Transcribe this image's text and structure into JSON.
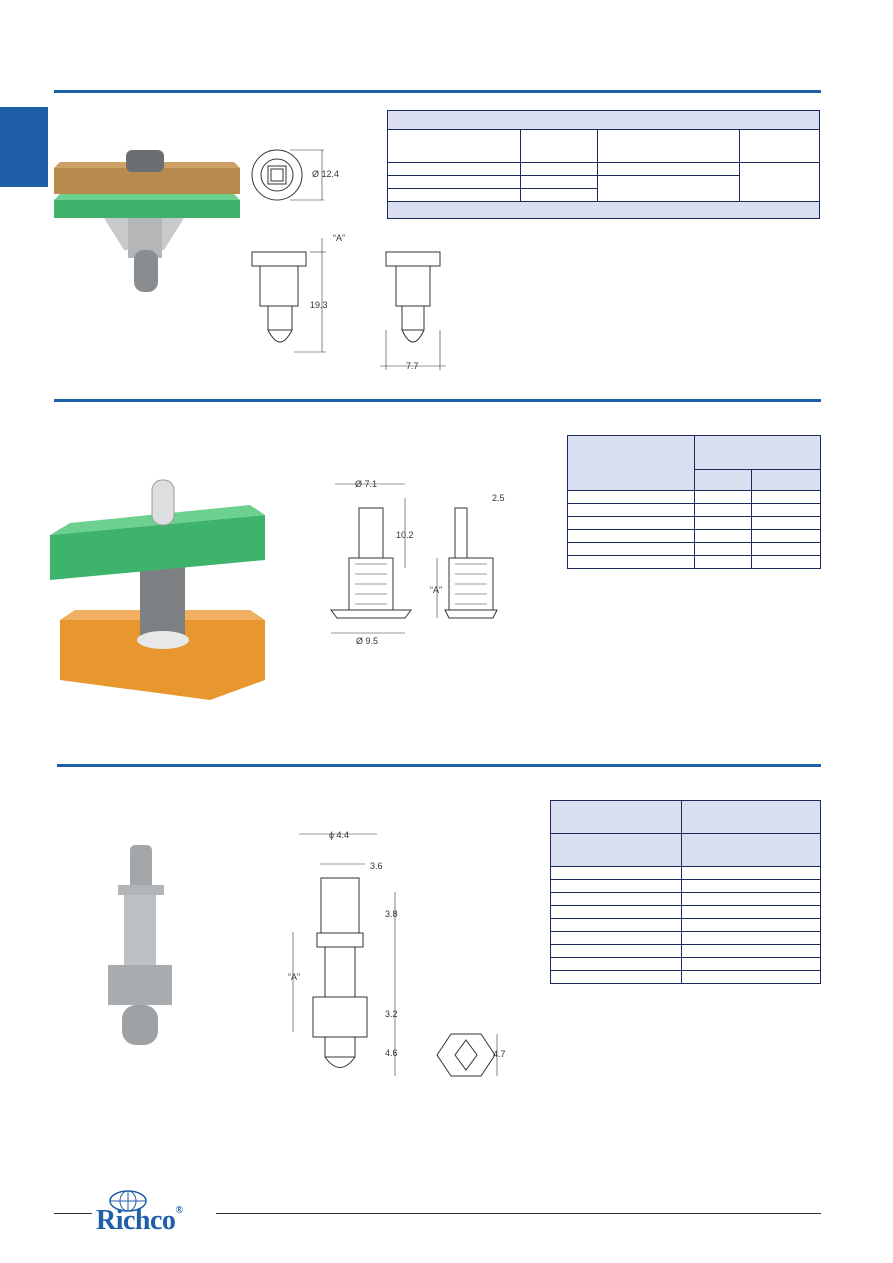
{
  "section1": {
    "dims": {
      "diameter": "Ø 12.4",
      "a_label": "“A”",
      "height": "19.3",
      "width": "7.7"
    }
  },
  "section2": {
    "dims": {
      "dia_top": "Ø 7.1",
      "tip": "2.5",
      "height": "10.2",
      "a_label": "“A”",
      "dia_bottom": "Ø 9.5"
    }
  },
  "section3": {
    "dims": {
      "dia": "ϕ 4.4",
      "inner": "3.6",
      "d38": "3.8",
      "a_label": "“A”",
      "d32": "3.2",
      "d46": "4.6",
      "hex": "4.7"
    }
  },
  "brand": {
    "name": "Richco",
    "registered": "®"
  },
  "colors": {
    "accent": "#1f5fa8",
    "table_header": "#d9dff0",
    "green_board": "#3db36b",
    "orange_board": "#e8962e"
  }
}
